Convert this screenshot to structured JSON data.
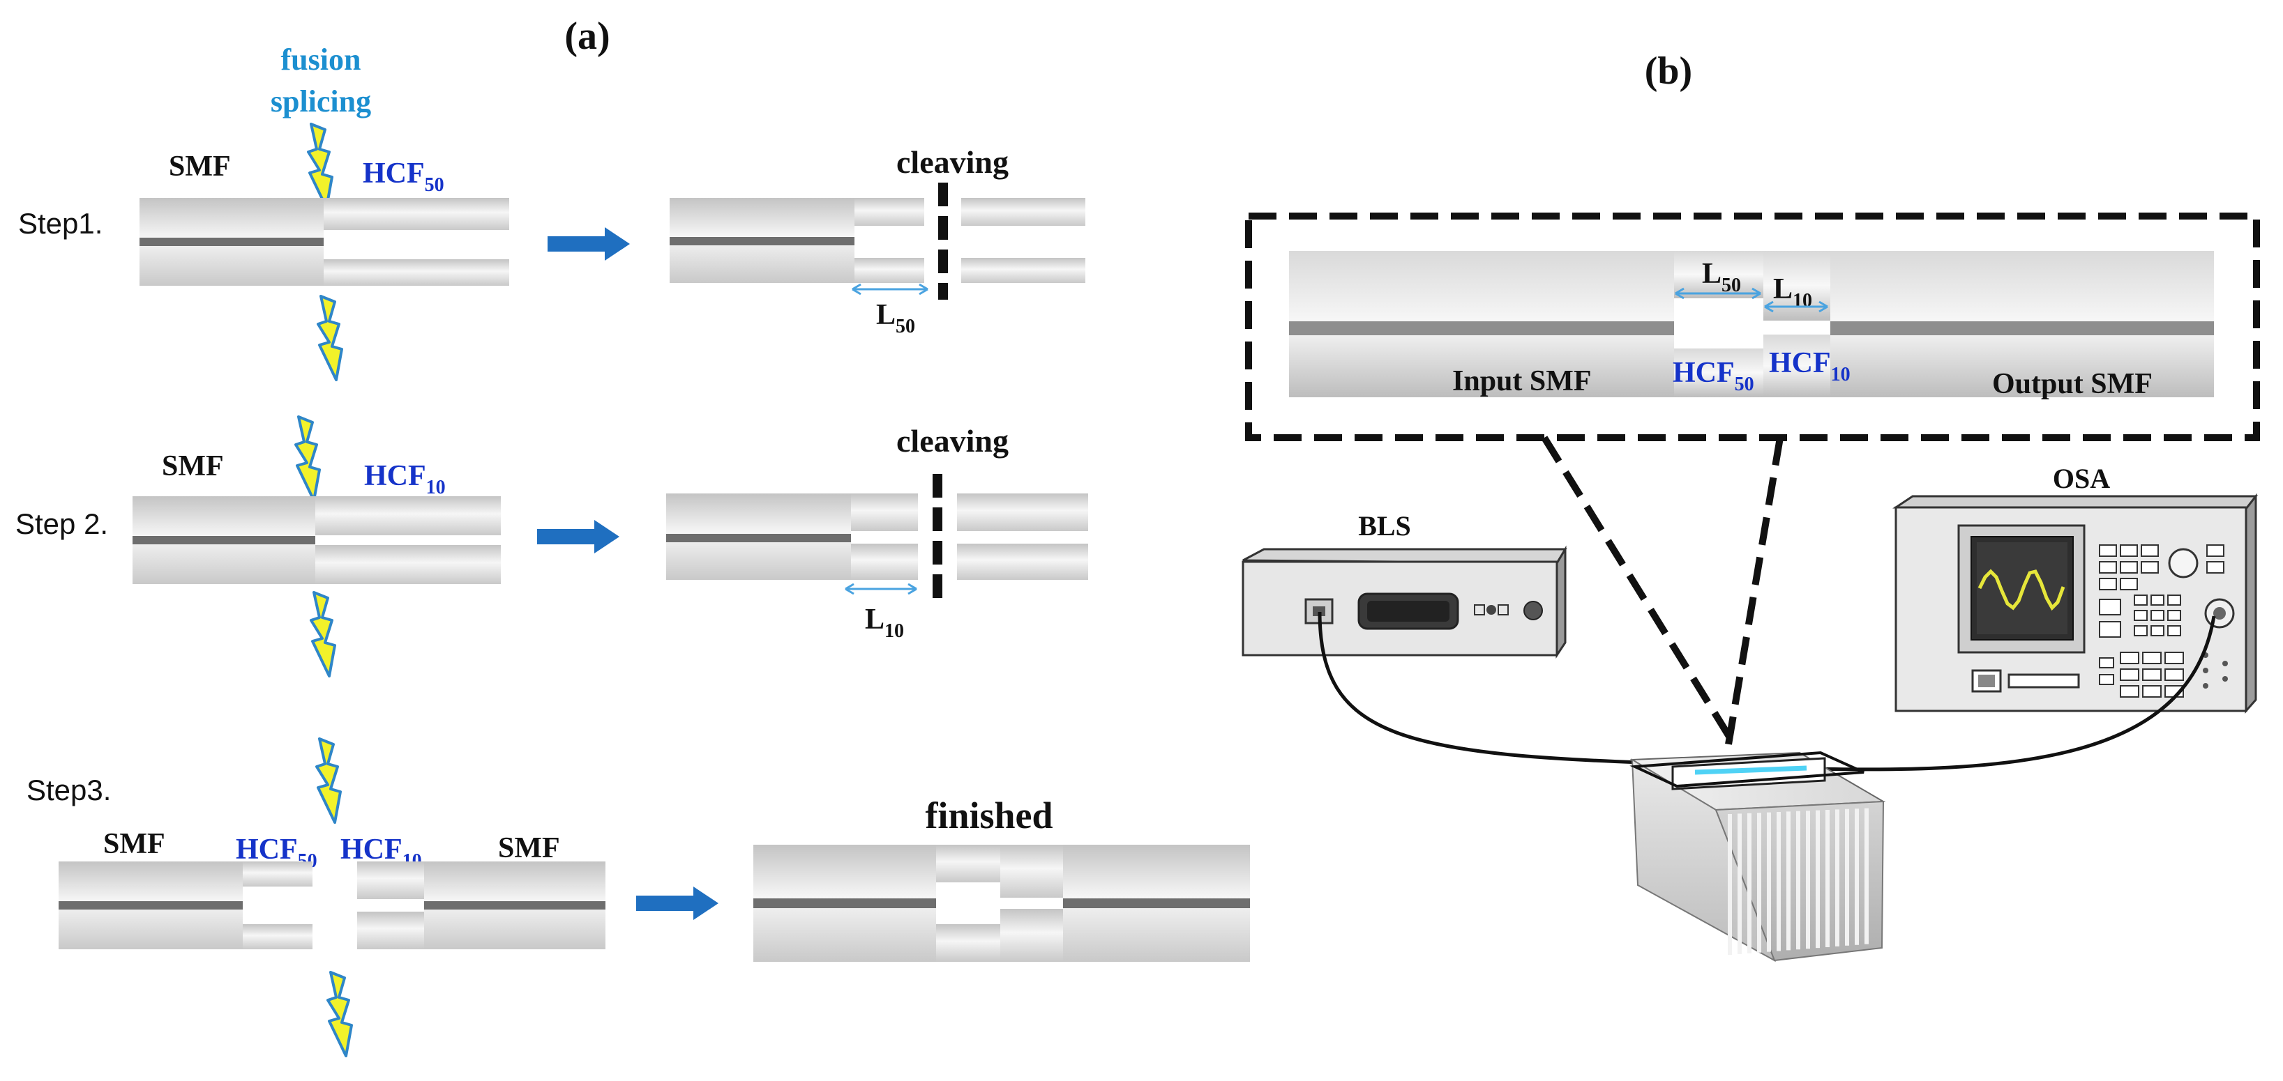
{
  "panel_a": {
    "label": "(a)",
    "fusion_line1": "fusion",
    "fusion_line2": "splicing",
    "step1": "Step1.",
    "step2": "Step 2.",
    "step3": "Step3.",
    "smf": "SMF",
    "hcf": "HCF",
    "sub50": "50",
    "sub10": "10",
    "L": "L",
    "cleaving": "cleaving",
    "finished": "finished"
  },
  "panel_b": {
    "label": "(b)",
    "L": "L",
    "sub50": "50",
    "sub10": "10",
    "hcf": "HCF",
    "input_smf": "Input SMF",
    "output_smf": "Output  SMF",
    "bls": "BLS",
    "osa": "OSA"
  },
  "colors": {
    "fiber_edge": "#c8c8c8",
    "core": "#6e6e6e",
    "arrow": "#1f6fc0",
    "spark": "#f2f22a",
    "spark_edge": "#2f86c8",
    "hcf_text": "#1533c9",
    "fusion_text": "#1c8fd0"
  },
  "icons": {
    "spark": "lightning-bolt-icon",
    "arrow": "right-arrow-icon"
  }
}
